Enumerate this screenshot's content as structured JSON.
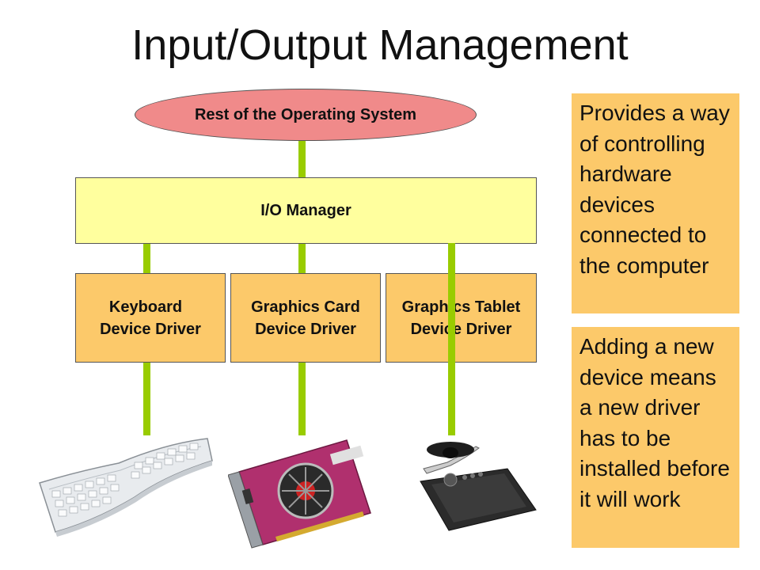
{
  "title": "Input/Output Management",
  "os_label": "Rest of the Operating System",
  "manager_label": "I/O Manager",
  "drivers": [
    {
      "line1": "Keyboard",
      "line2": "Device Driver"
    },
    {
      "line1": "Graphics Card",
      "line2": "Device Driver"
    },
    {
      "line1": "Graphics Tablet",
      "line2": "Device Driver"
    }
  ],
  "notes": [
    "Provides a way of controlling hardware devices connected to the computer",
    "Adding a new device means a new driver has to be installed before it will work"
  ],
  "colors": {
    "os_fill": "#f08a8a",
    "manager_fill": "#ffff9e",
    "driver_fill": "#fcc96a",
    "connector": "#99cc00"
  }
}
